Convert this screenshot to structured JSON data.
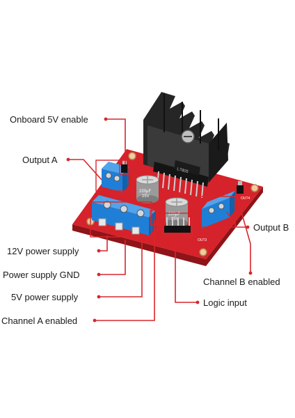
{
  "labels": {
    "onboard_5v_enable": "Onboard 5V enable",
    "output_a": "Output A",
    "output_b": "Output B",
    "supply_12v": "12V power supply",
    "supply_gnd": "Power supply GND",
    "supply_5v": "5V power supply",
    "channel_a_enabled": "Channel A enabled",
    "channel_b_enabled": "Channel B enabled",
    "logic_input": "Logic input"
  },
  "board_marks": {
    "regulator_text": "L7805",
    "cap_value_1": "220µF",
    "cap_value_1b": "25V",
    "cap_value_2": "220µF",
    "cap_value_2b": "25V",
    "silk_out3": "OUT3",
    "silk_out4": "OUT4"
  },
  "colors": {
    "board_red": "#d6222a",
    "terminal_blue": "#1f7fd6",
    "callout_red": "#d7262b",
    "heatsink": "#222222"
  }
}
